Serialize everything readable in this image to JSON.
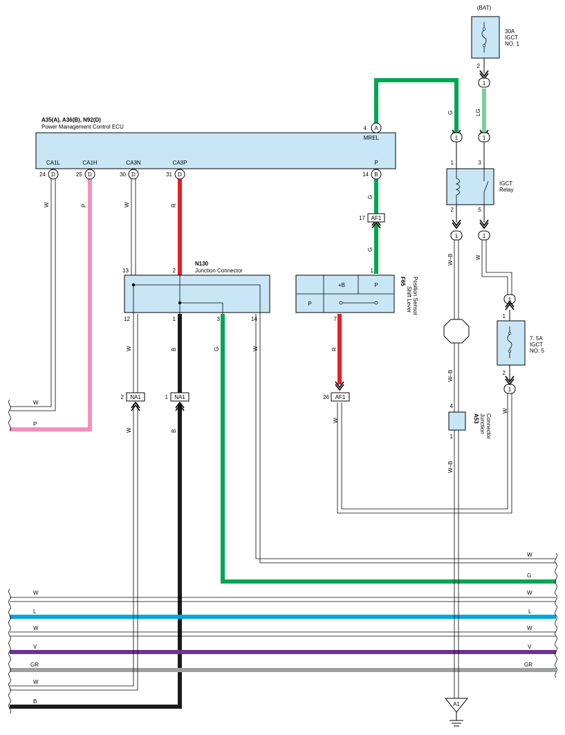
{
  "colors": {
    "green": "#00a650",
    "pink": "#f58fc0",
    "red": "#ed1c24",
    "black": "#1a1a1a",
    "light_green": "#7fcc99",
    "blue": "#00a6e0",
    "purple": "#6b3393",
    "gray": "#9d9fa2",
    "component_fill": "#c8e6f5"
  },
  "ecu": {
    "title": "A35(A), A36(B), N92(D)",
    "subtitle": "Power Management Control ECU",
    "top_pin": "4",
    "top_letter": "A",
    "top_label": "MREL",
    "pins": [
      {
        "num": "24",
        "letter": "D",
        "label": "CA1L"
      },
      {
        "num": "25",
        "letter": "D",
        "label": "CA1H"
      },
      {
        "num": "30",
        "letter": "D",
        "label": "CA3N"
      },
      {
        "num": "31",
        "letter": "D",
        "label": "CA3P"
      },
      {
        "num": "14",
        "letter": "B",
        "label": "P"
      }
    ]
  },
  "n130": {
    "id": "N130",
    "name": "Junction Connector",
    "pins": [
      "13",
      "2",
      "12",
      "1",
      "3",
      "14"
    ]
  },
  "f65": {
    "id": "F65",
    "name1": "Shift Lever",
    "name2": "Position Sensor",
    "cells": [
      "+B",
      "P",
      "P"
    ],
    "pin_top": "1",
    "pin_bottom": "7"
  },
  "bat": {
    "label": "(BAT)",
    "fuse": [
      "30A",
      "IGCT",
      "NO. 1"
    ],
    "pin": "2"
  },
  "relay": {
    "name": [
      "IGCT",
      "Relay"
    ],
    "pins": [
      "1",
      "3",
      "2",
      "5"
    ]
  },
  "fuse2": {
    "fuse": [
      "7. 5A",
      "IGCT",
      "NO. 5"
    ],
    "pins": [
      "1",
      "2"
    ]
  },
  "a53": {
    "id": "A53",
    "name1": "Junction",
    "name2": "Connector",
    "pins": [
      "4",
      "1"
    ]
  },
  "connectors": {
    "af1_top": {
      "num": "17",
      "name": "AF1"
    },
    "af1_bottom": {
      "num": "26",
      "name": "AF1"
    },
    "na1_left": {
      "num": "2",
      "name": "NA1"
    },
    "na1_right": {
      "num": "1",
      "name": "NA1"
    },
    "ring_label": "1",
    "ground": "A1"
  },
  "wire_labels": {
    "w": "W",
    "p": "P",
    "r": "R",
    "b": "B",
    "g": "G",
    "lg": "LG",
    "wb": "W–B",
    "l": "L",
    "v": "V",
    "gr": "GR"
  }
}
